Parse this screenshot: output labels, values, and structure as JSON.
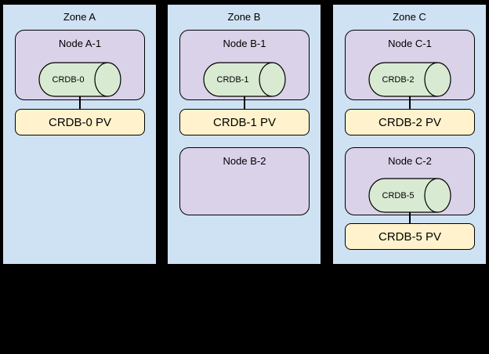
{
  "diagram": {
    "background": "#000000",
    "colors": {
      "zone_fill": "#cfe2f3",
      "node_fill": "#d9d2e9",
      "cylinder_fill": "#d9ead3",
      "pv_fill": "#fff2cc",
      "stroke": "#000000",
      "text": "#000000"
    },
    "zones": [
      {
        "label": "Zone A",
        "nodes": [
          {
            "label": "Node A-1",
            "pod": "CRDB-0",
            "pv": "CRDB-0 PV"
          }
        ]
      },
      {
        "label": "Zone B",
        "nodes": [
          {
            "label": "Node B-1",
            "pod": "CRDB-1",
            "pv": "CRDB-1 PV"
          },
          {
            "label": "Node B-2"
          }
        ]
      },
      {
        "label": "Zone C",
        "nodes": [
          {
            "label": "Node C-1",
            "pod": "CRDB-2",
            "pv": "CRDB-2 PV"
          },
          {
            "label": "Node C-2",
            "pod": "CRDB-5",
            "pv": "CRDB-5 PV"
          }
        ]
      }
    ]
  }
}
